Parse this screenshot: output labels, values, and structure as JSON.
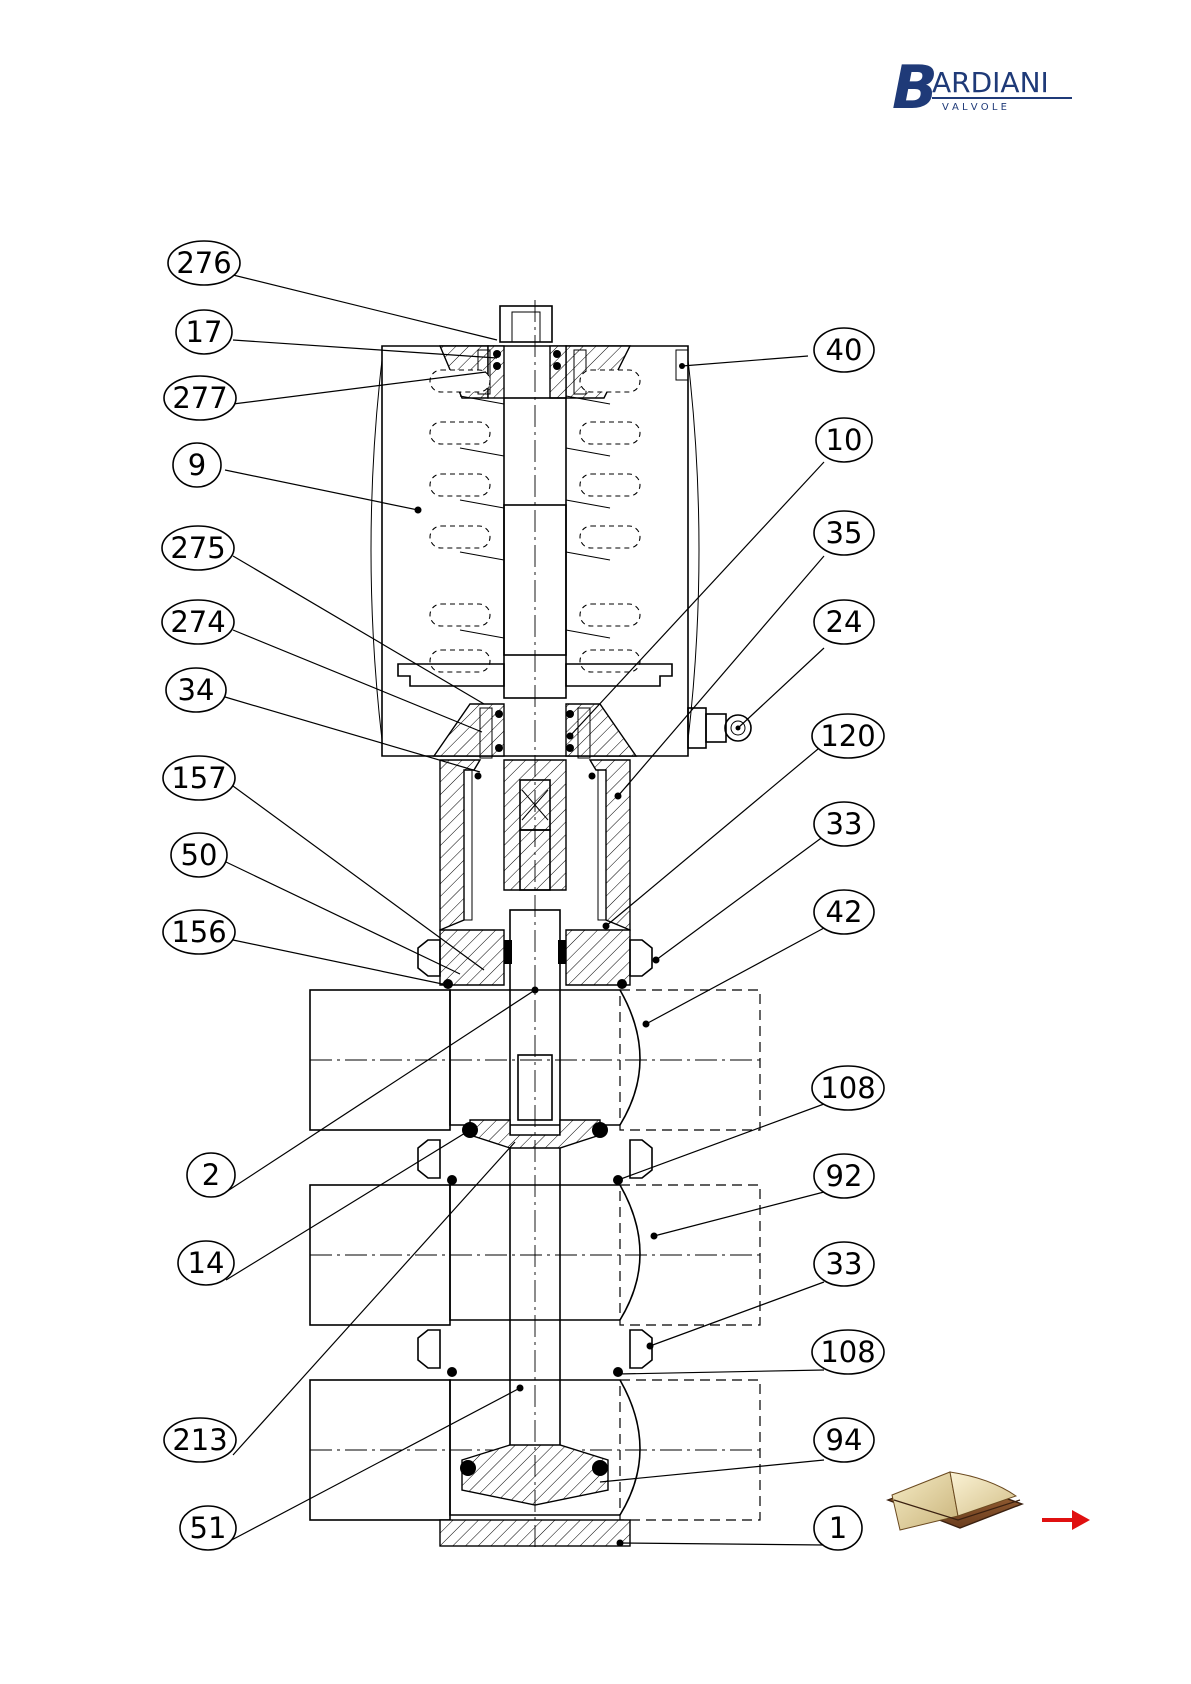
{
  "logo": {
    "brand": "ARDIANI",
    "initial": "B",
    "sub": "V A L V O L E",
    "color": "#1f3a78"
  },
  "callouts": [
    {
      "id": "c276",
      "label": "276"
    },
    {
      "id": "c17",
      "label": "17"
    },
    {
      "id": "c277",
      "label": "277"
    },
    {
      "id": "c9",
      "label": "9"
    },
    {
      "id": "c275",
      "label": "275"
    },
    {
      "id": "c274",
      "label": "274"
    },
    {
      "id": "c34",
      "label": "34"
    },
    {
      "id": "c157",
      "label": "157"
    },
    {
      "id": "c50",
      "label": "50"
    },
    {
      "id": "c156",
      "label": "156"
    },
    {
      "id": "c2",
      "label": "2"
    },
    {
      "id": "c14",
      "label": "14"
    },
    {
      "id": "c213",
      "label": "213"
    },
    {
      "id": "c51",
      "label": "51"
    },
    {
      "id": "c40",
      "label": "40"
    },
    {
      "id": "c10",
      "label": "10"
    },
    {
      "id": "c35",
      "label": "35"
    },
    {
      "id": "c24",
      "label": "24"
    },
    {
      "id": "c120",
      "label": "120"
    },
    {
      "id": "c33a",
      "label": "33"
    },
    {
      "id": "c42",
      "label": "42"
    },
    {
      "id": "c108a",
      "label": "108"
    },
    {
      "id": "c92",
      "label": "92"
    },
    {
      "id": "c33b",
      "label": "33"
    },
    {
      "id": "c108b",
      "label": "108"
    },
    {
      "id": "c94",
      "label": "94"
    },
    {
      "id": "c1",
      "label": "1"
    }
  ],
  "icons": {
    "manual": "open-book-icon",
    "next": "right-arrow-icon",
    "arrow_color": "#e01010"
  }
}
